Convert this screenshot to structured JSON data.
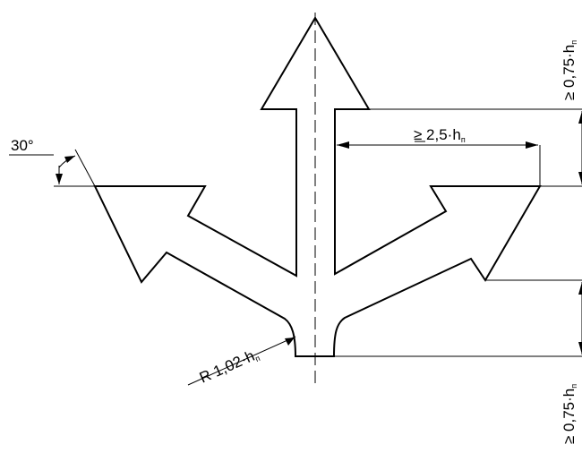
{
  "figure": {
    "type": "technical-drawing",
    "subject": "three-direction road marking arrow",
    "colors": {
      "line": "#000000",
      "background": "#ffffff"
    }
  },
  "dimensions": {
    "angle": {
      "value": "30°"
    },
    "radius": {
      "prefix": "R 1,02·h",
      "sub": "п"
    },
    "width": {
      "prefix": "≥ 2,5·h",
      "sub": "п"
    },
    "offset_top": {
      "prefix": "≥ 0,75·h",
      "sub": "п"
    },
    "offset_bottom": {
      "prefix": "≥ 0,75·h",
      "sub": "п"
    }
  }
}
